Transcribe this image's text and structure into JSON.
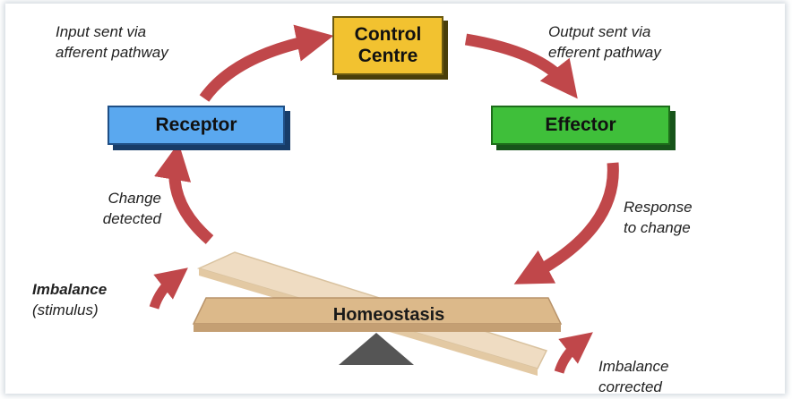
{
  "diagram": {
    "nodes": {
      "control_centre": {
        "line1": "Control",
        "line2": "Centre"
      },
      "receptor": {
        "label": "Receptor"
      },
      "effector": {
        "label": "Effector"
      },
      "homeostasis": {
        "label": "Homeostasis"
      }
    },
    "captions": {
      "input": {
        "line1": "Input sent via",
        "line2": "afferent pathway"
      },
      "output": {
        "line1": "Output sent via",
        "line2": "efferent pathway"
      },
      "change": {
        "line1": "Change",
        "line2": "detected"
      },
      "response": {
        "line1": "Response",
        "line2": "to change"
      },
      "stimulus": {
        "line1": "Imbalance",
        "line2": "(stimulus)"
      },
      "corrected": {
        "line1": "Imbalance",
        "line2": "corrected"
      }
    },
    "colors": {
      "arrow": "#c0474a",
      "control_fill": "#f2c230",
      "receptor_fill": "#5aa8ef",
      "effector_fill": "#3fbf3a",
      "plank_front": "#dcb98a",
      "plank_back": "#efdcc2",
      "fulcrum": "#555555"
    },
    "icons": [
      "cycle-arrow-icon",
      "seesaw-icon"
    ]
  }
}
